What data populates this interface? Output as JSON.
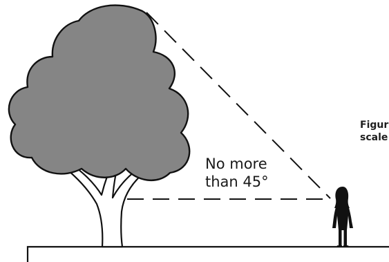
{
  "figure": {
    "caption_line1": "Figur",
    "caption_line2": "scale"
  },
  "angle_annotation": {
    "line1": "No more",
    "line2": "than 45°"
  },
  "colors": {
    "canopy": "#858585",
    "outline": "#111111",
    "person": "#111111",
    "background": "#ffffff"
  },
  "icons": {
    "tree": "tree-icon",
    "person": "person-silhouette-icon"
  }
}
